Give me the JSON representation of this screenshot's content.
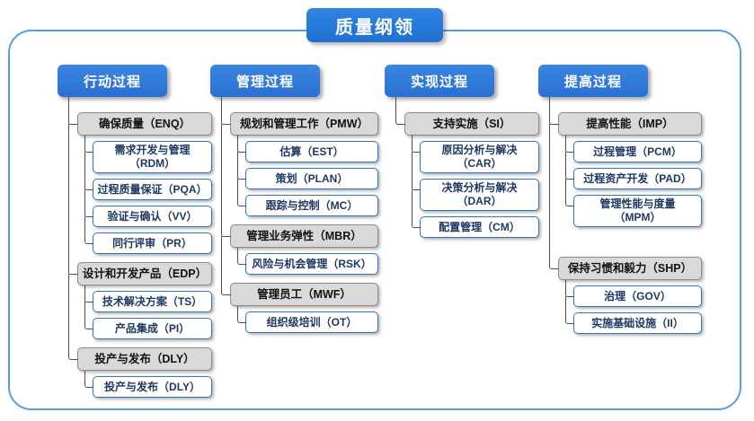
{
  "title": "质量纲领",
  "colors": {
    "header_blue": "#2B76D9",
    "frame_blue": "#4FA0E4",
    "group_gray": "#D9D9D9",
    "item_border_blue": "#2E75B6",
    "item_text_navy": "#1F3864",
    "connector_gray": "#4d4d4d"
  },
  "columns": [
    {
      "header": "行动过程",
      "groups": [
        {
          "label": "确保质量（ENQ）",
          "items": [
            "需求开发与管理（RDM）",
            "过程质量保证（PQA）",
            "验证与确认（VV）",
            "同行评审（PR）"
          ]
        },
        {
          "label": "设计和开发产品（EDP）",
          "items": [
            "技术解决方案（TS）",
            "产品集成（PI）"
          ]
        },
        {
          "label": "投产与发布（DLY）",
          "items": [
            "投产与发布（DLY）"
          ]
        }
      ]
    },
    {
      "header": "管理过程",
      "groups": [
        {
          "label": "规划和管理工作（PMW）",
          "items": [
            "估算（EST）",
            "策划（PLAN）",
            "跟踪与控制（MC）"
          ]
        },
        {
          "label": "管理业务弹性（MBR）",
          "items": [
            "风险与机会管理（RSK）"
          ]
        },
        {
          "label": "管理员工（MWF）",
          "items": [
            "组织级培训（OT）"
          ]
        }
      ]
    },
    {
      "header": "实现过程",
      "groups": [
        {
          "label": "支持实施（SI）",
          "items": [
            "原因分析与解决（CAR）",
            "决策分析与解决（DAR）",
            "配置管理（CM）"
          ]
        }
      ]
    },
    {
      "header": "提高过程",
      "groups": [
        {
          "label": "提高性能（IMP）",
          "items": [
            "过程管理（PCM）",
            "过程资产开发（PAD）",
            "管理性能与度量\n（MPM）"
          ]
        },
        {
          "label": "保持习惯和毅力（SHP）",
          "items": [
            "治理（GOV）",
            "实施基础设施（II）"
          ]
        }
      ]
    }
  ]
}
